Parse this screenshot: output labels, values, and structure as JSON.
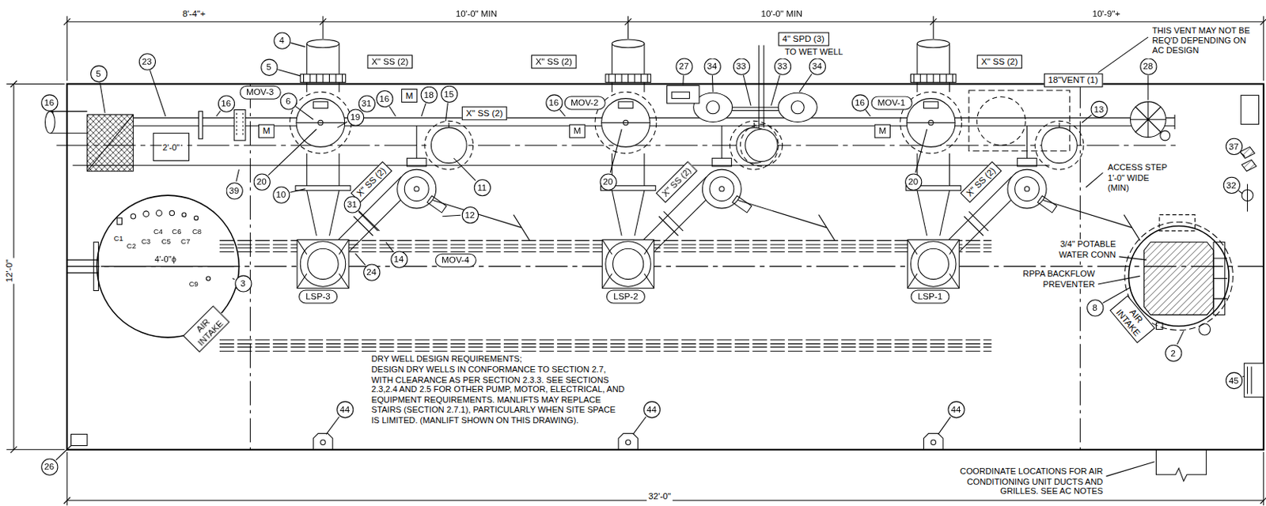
{
  "diagram": {
    "nodes": [
      {
        "text": [
          "4"
        ]
      },
      {
        "text": [
          "X\" SS (2)"
        ]
      },
      {
        "text": [
          "X\" SS (2)"
        ]
      },
      {
        "text": [
          "4\" SPD (3)"
        ]
      },
      {
        "text": [
          "X\" SS (2)"
        ]
      },
      {
        "text": [
          "23"
        ]
      },
      {
        "text": [
          "5"
        ]
      },
      {
        "text": [
          "5"
        ]
      },
      {
        "text": [
          "27"
        ]
      },
      {
        "text": [
          "34"
        ]
      },
      {
        "text": [
          "33"
        ]
      },
      {
        "text": [
          "33"
        ]
      },
      {
        "text": [
          "34"
        ]
      },
      {
        "text": [
          "18\"VENT (1)"
        ]
      },
      {
        "text": [
          "28"
        ]
      },
      {
        "text": [
          "16"
        ]
      },
      {
        "text": [
          "16"
        ]
      },
      {
        "text": [
          "MOV-3"
        ]
      },
      {
        "text": [
          "6"
        ]
      },
      {
        "text": [
          "31"
        ]
      },
      {
        "text": [
          "16"
        ]
      },
      {
        "text": [
          "M"
        ]
      },
      {
        "text": [
          "18"
        ]
      },
      {
        "text": [
          "15"
        ]
      },
      {
        "text": [
          "X\" SS (2)"
        ]
      },
      {
        "text": [
          "19"
        ]
      },
      {
        "text": [
          "16"
        ]
      },
      {
        "text": [
          "MOV-2"
        ]
      },
      {
        "text": [
          "16"
        ]
      },
      {
        "text": [
          "MOV-1"
        ]
      },
      {
        "text": [
          "13"
        ]
      },
      {
        "text": [
          "M"
        ]
      },
      {
        "text": [
          "M"
        ]
      },
      {
        "text": [
          "M"
        ]
      },
      {
        "text": [
          "20"
        ]
      },
      {
        "text": [
          "39"
        ]
      },
      {
        "text": [
          "X\" SS (2)"
        ]
      },
      {
        "text": [
          "10"
        ]
      },
      {
        "text": [
          "11"
        ]
      },
      {
        "text": [
          "12"
        ]
      },
      {
        "text": [
          "31"
        ]
      },
      {
        "text": [
          "20"
        ]
      },
      {
        "text": [
          "X\" SS (2)"
        ]
      },
      {
        "text": [
          "20"
        ]
      },
      {
        "text": [
          "X\" SS (2)"
        ]
      },
      {
        "text": [
          "37"
        ]
      },
      {
        "text": [
          "32"
        ]
      },
      {
        "text": [
          "14"
        ]
      },
      {
        "text": [
          "24"
        ]
      },
      {
        "text": [
          "MOV-4"
        ]
      },
      {
        "text": [
          "3"
        ]
      },
      {
        "text": [
          "LSP-3"
        ]
      },
      {
        "text": [
          "LSP-2"
        ]
      },
      {
        "text": [
          "LSP-1"
        ]
      },
      {
        "text": [
          "AIR INTAKE"
        ]
      },
      {
        "text": [
          "8"
        ]
      },
      {
        "text": [
          "AIR INTAKE"
        ]
      },
      {
        "text": [
          "2"
        ]
      },
      {
        "text": [
          "45"
        ]
      },
      {
        "text": [
          "44"
        ]
      },
      {
        "text": [
          "44"
        ]
      },
      {
        "text": [
          "44"
        ]
      },
      {
        "text": [
          "26"
        ]
      }
    ],
    "labels": [
      "8'-4\"+",
      "10'-0\" MIN",
      "10'-0\" MIN",
      "10'-9\"+",
      "THIS VENT MAY NOT BE REQ'D DEPENDING ON AC DESIGN",
      "TO WET WELL",
      "12'-0\"",
      "2'-0\"",
      "C1",
      "C2",
      "C3",
      "C4",
      "C5",
      "C6",
      "C7",
      "C8",
      "C9",
      "4'-0\"ϕ",
      "ACCESS STEP 1'-0\" WIDE (MIN)",
      "3/4\" POTABLE WATER CONN",
      "RPPA BACKFLOW PREVENTER",
      "DRY WELL DESIGN REQUIREMENTS;",
      "DESIGN DRY WELLS IN CONFORMANCE TO SECTION 2.7, WITH CLEARANCE AS PER SECTION 2.3.3. SEE SECTIONS 2.3,2.4 AND 2.5 FOR OTHER PUMP, MOTOR, ELECTRICAL, AND EQUIPMENT REQUIREMENTS. MANLIFTS MAY REPLACE STAIRS (SECTION 2.7.1), PARTICULARLY WHEN SITE SPACE IS LIMITED. (MANLIFT SHOWN ON THIS DRAWING).",
      "COORDINATE LOCATIONS FOR AIR CONDITIONING UNIT DUCTS AND GRILLES. SEE AC NOTES",
      "32'-0\""
    ]
  }
}
